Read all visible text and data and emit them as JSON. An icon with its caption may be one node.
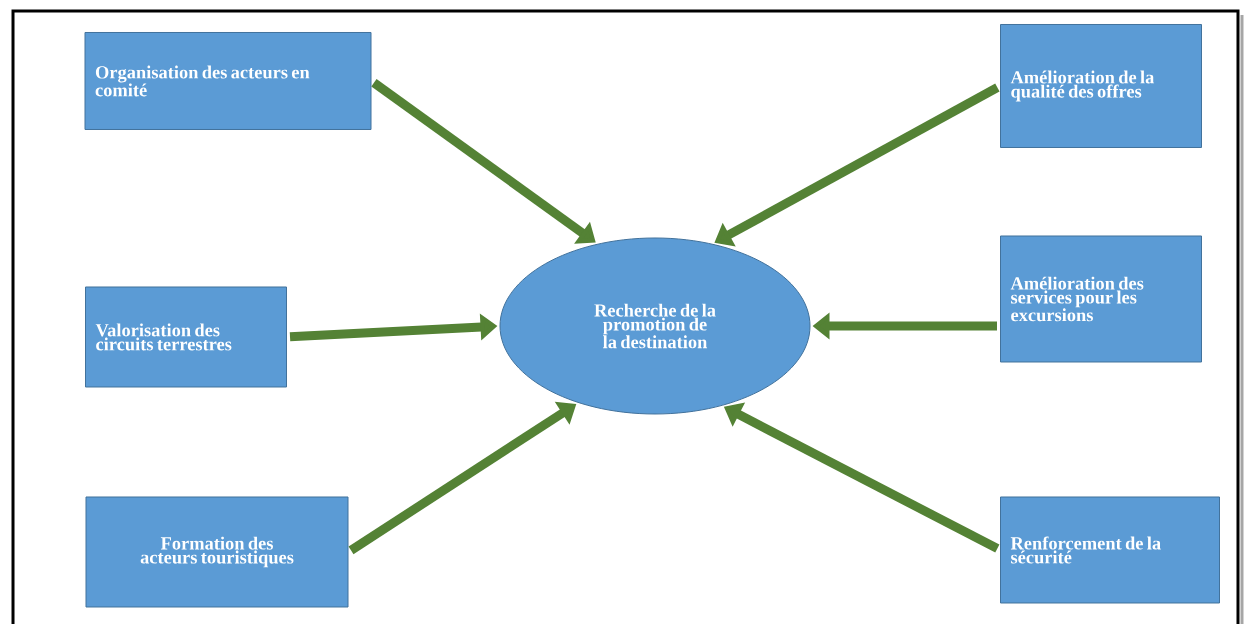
{
  "diagram": {
    "nodes": [
      {
        "text": [
          "Organisation des acteurs en comité"
        ]
      },
      {
        "text": [
          "Valorisation des circuits terrestres"
        ]
      },
      {
        "text": [
          "Formation des acteurs touristiques"
        ]
      },
      {
        "text": [
          "Recherche de la promotion de la destination"
        ]
      },
      {
        "text": [
          "Amélioration de la qualité des offres"
        ]
      },
      {
        "text": [
          "Amélioration des services pour les excursions"
        ]
      },
      {
        "text": [
          "Renforcement de la sécurité"
        ]
      }
    ],
    "edges": [
      {
        "from": 0,
        "to": 3,
        "arrow": "to"
      },
      {
        "from": 1,
        "to": 3,
        "arrow": "to"
      },
      {
        "from": 2,
        "to": 3,
        "arrow": "to"
      },
      {
        "from": 4,
        "to": 3,
        "arrow": "to"
      },
      {
        "from": 5,
        "to": 3,
        "arrow": "to"
      },
      {
        "from": 6,
        "to": 3,
        "arrow": "to"
      }
    ]
  }
}
